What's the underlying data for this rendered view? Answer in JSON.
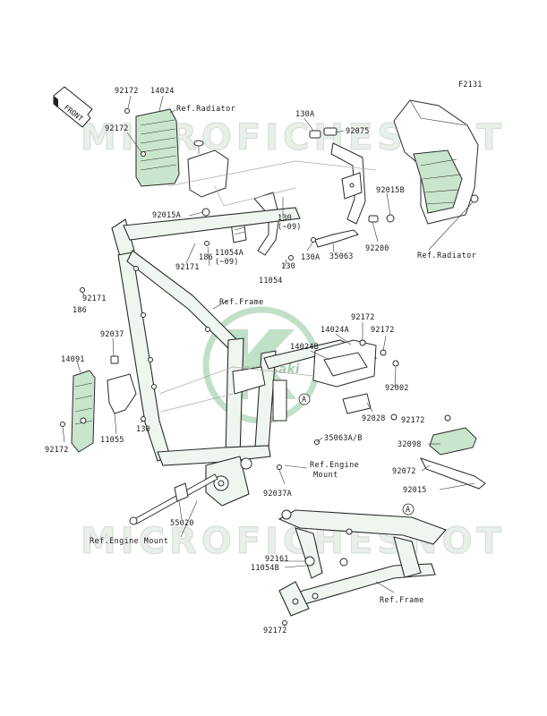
{
  "diagram_code": "F2131",
  "watermark": "MICROFICHESNOT",
  "logo_text": "Kawasaki",
  "front_label": "FRONT",
  "circle_marker": "A",
  "part_labels": {
    "p92172_a": "92172",
    "p14024": "14024",
    "p92172_b": "92172",
    "p130A_a": "130A",
    "p92075": "92075",
    "p92015B": "92015B",
    "p92015A": "92015A",
    "p130_a": "130",
    "p130_b": "(~09)",
    "p11054A_a": "11054A",
    "p11054A_b": "(~09)",
    "p92171_a": "92171",
    "p186_a": "186",
    "p130_c": "130",
    "p130A_b": "130A",
    "p35063": "35063",
    "p92200": "92200",
    "p11054": "11054",
    "p92171_b": "92171",
    "p186_b": "186",
    "p92172_c": "92172",
    "p14024A": "14024A",
    "p92172_d": "92172",
    "p92037": "92037",
    "p14024B": "14024B",
    "p14091": "14091",
    "p92002": "92002",
    "p92028": "92028",
    "p92172_e": "92172",
    "p11055": "11055",
    "p130_d": "130",
    "p92172_f": "92172",
    "p32098": "32098",
    "p35063AB": "35063A/B",
    "p92072": "92072",
    "p92037A": "92037A",
    "p92015": "92015",
    "p55020": "55020",
    "p92161": "92161",
    "p11054B": "11054B",
    "p92172_g": "92172"
  },
  "ref_labels": {
    "ref_radiator_top": "Ref.Radiator",
    "ref_radiator_right": "Ref.Radiator",
    "ref_frame_mid": "Ref.Frame",
    "ref_engine_mount_right": "Ref.Engine",
    "ref_engine_mount_right_2": "Mount",
    "ref_engine_mount_left": "Ref.Engine Mount",
    "ref_frame_bottom": "Ref.Frame"
  }
}
